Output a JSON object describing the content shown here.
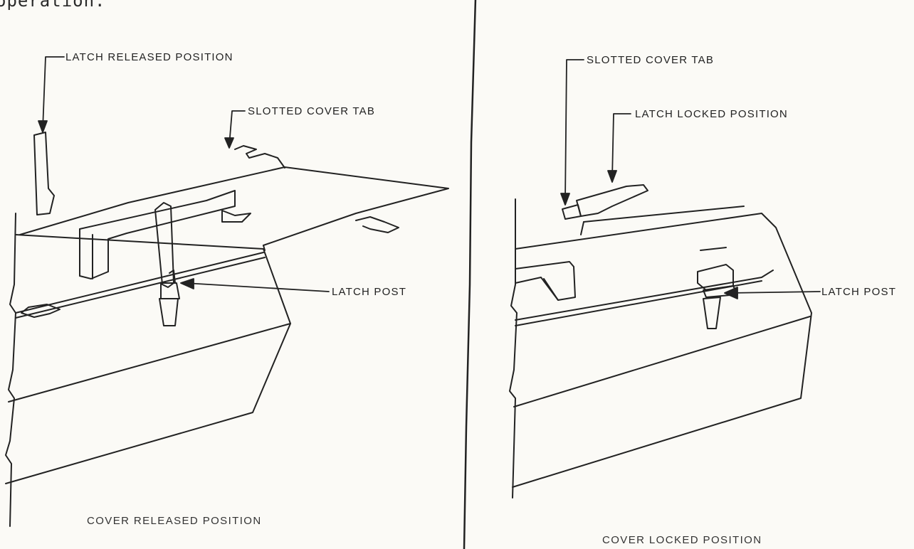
{
  "page": {
    "top_text": "operation."
  },
  "left_panel": {
    "caption": "COVER RELEASED POSITION",
    "labels": {
      "latch_released": "LATCH RELEASED POSITION",
      "slotted_cover_tab": "SLOTTED COVER TAB",
      "latch_post": "LATCH POST"
    }
  },
  "right_panel": {
    "caption": "COVER LOCKED POSITION",
    "labels": {
      "slotted_cover_tab": "SLOTTED COVER TAB",
      "latch_locked": "LATCH LOCKED POSITION",
      "latch_post": "LATCH POST"
    }
  },
  "colors": {
    "ink": "#222222",
    "paper": "#fbfaf6"
  }
}
